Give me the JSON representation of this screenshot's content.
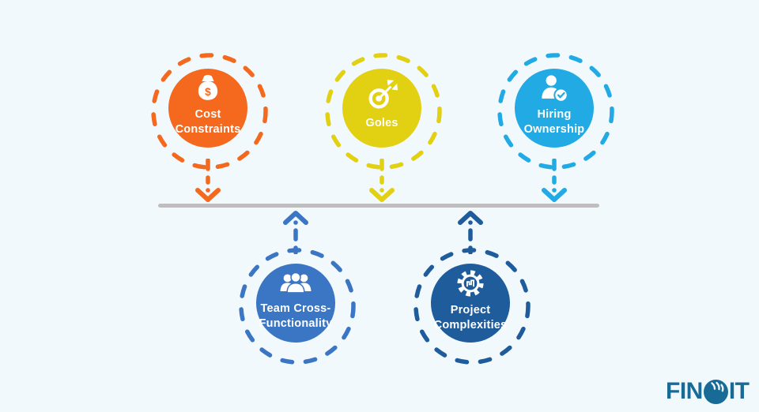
{
  "background_color": "#F2F9FD",
  "timeline": {
    "color": "#BEBEBE"
  },
  "nodes": [
    {
      "label": "Cost Constraints",
      "lines": [
        "Cost",
        "Constraints"
      ],
      "color": "#F4691E",
      "icon": "money-bag-icon",
      "position": "top"
    },
    {
      "label": "Goles",
      "lines": [
        "Goles"
      ],
      "color": "#E2D013",
      "icon": "target-dart-icon",
      "position": "top"
    },
    {
      "label": "Hiring Ownership",
      "lines": [
        "Hiring",
        "Ownership"
      ],
      "color": "#21AAE3",
      "icon": "person-check-icon",
      "position": "top"
    },
    {
      "label": "Team Cross-Functionality",
      "lines": [
        "Team Cross-",
        "Functionality"
      ],
      "color": "#3B76C4",
      "icon": "team-group-icon",
      "position": "bottom"
    },
    {
      "label": "Project Complexities",
      "lines": [
        "Project",
        "Complexities"
      ],
      "color": "#1E5C9B",
      "icon": "gear-icon",
      "position": "bottom"
    }
  ],
  "logo": {
    "label": "FINOIT",
    "text_pre": "FIN",
    "text_post": "IT",
    "color": "#176B96"
  }
}
